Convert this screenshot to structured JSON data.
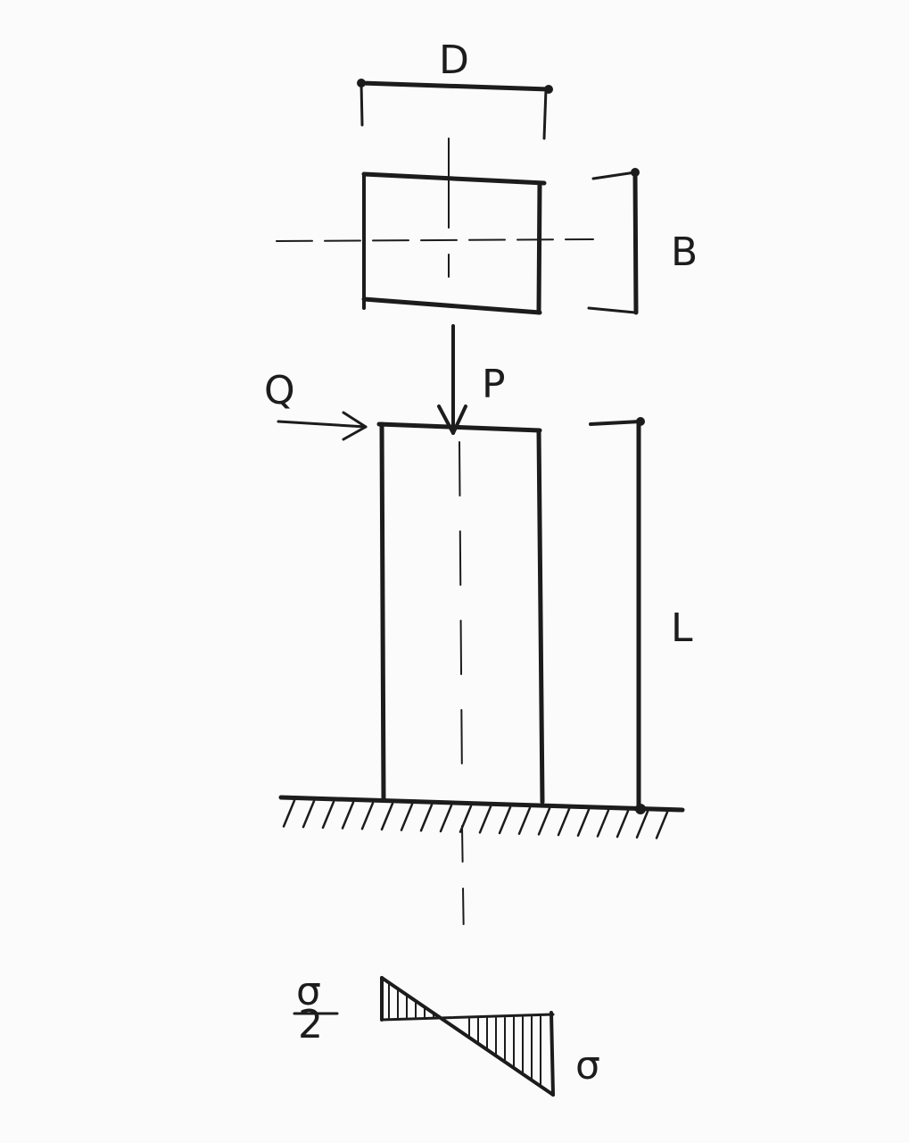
{
  "labels": {
    "diameter": "D",
    "width": "B",
    "horizontal_load": "Q",
    "axial_load": "P",
    "length": "L",
    "stress_half_num": "σ",
    "stress_half_den": "2",
    "stress_max": "σ"
  }
}
